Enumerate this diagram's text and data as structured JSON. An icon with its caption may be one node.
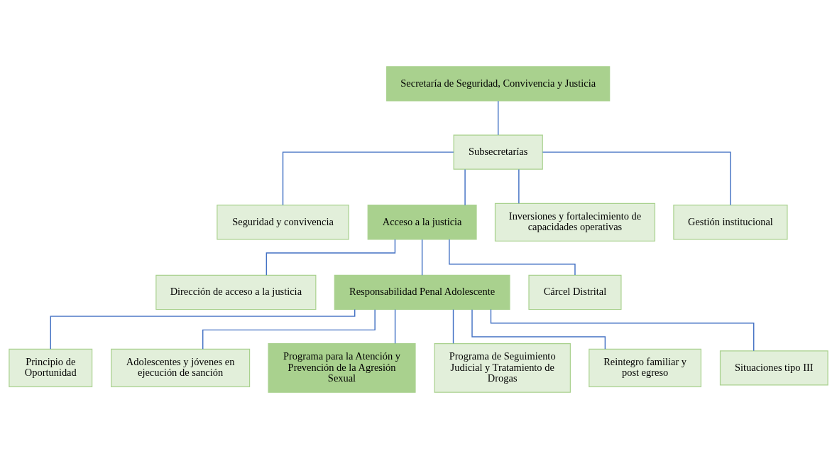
{
  "diagram": {
    "nodes": [
      {
        "text": [
          "Secretaría de Seguridad, Convivencia y Justicia"
        ]
      },
      {
        "text": [
          "Subsecretarías"
        ]
      },
      {
        "text": [
          "Seguridad y convivencia"
        ]
      },
      {
        "text": [
          "Acceso a la justicia"
        ]
      },
      {
        "text": [
          "Inversiones y fortalecimiento de capacidades operativas"
        ]
      },
      {
        "text": [
          "Gestión institucional"
        ]
      },
      {
        "text": [
          "Dirección de acceso a la justicia"
        ]
      },
      {
        "text": [
          "Responsabilidad Penal Adolescente"
        ]
      },
      {
        "text": [
          "Cárcel Distrital"
        ]
      },
      {
        "text": [
          "Principio de Oportunidad"
        ]
      },
      {
        "text": [
          "Adolescentes y jóvenes en ejecución de sanción"
        ]
      },
      {
        "text": [
          "Programa para la Atención y Prevención de la Agresión Sexual"
        ]
      },
      {
        "text": [
          "Programa de Seguimiento Judicial y Tratamiento de Drogas"
        ]
      },
      {
        "text": [
          "Reintegro familiar y post egreso"
        ]
      },
      {
        "text": [
          "Situaciones tipo III"
        ]
      }
    ],
    "edges": [
      {
        "from": 0,
        "to": 1,
        "arrow": "none"
      },
      {
        "from": 1,
        "to": 2,
        "arrow": "none"
      },
      {
        "from": 1,
        "to": 3,
        "arrow": "none"
      },
      {
        "from": 1,
        "to": 4,
        "arrow": "none"
      },
      {
        "from": 1,
        "to": 5,
        "arrow": "none"
      },
      {
        "from": 3,
        "to": 6,
        "arrow": "none"
      },
      {
        "from": 3,
        "to": 7,
        "arrow": "none"
      },
      {
        "from": 3,
        "to": 8,
        "arrow": "none"
      },
      {
        "from": 7,
        "to": 9,
        "arrow": "none"
      },
      {
        "from": 7,
        "to": 10,
        "arrow": "none"
      },
      {
        "from": 7,
        "to": 11,
        "arrow": "none"
      },
      {
        "from": 7,
        "to": 12,
        "arrow": "none"
      },
      {
        "from": 7,
        "to": 13,
        "arrow": "none"
      },
      {
        "from": 7,
        "to": 14,
        "arrow": "none"
      }
    ]
  }
}
